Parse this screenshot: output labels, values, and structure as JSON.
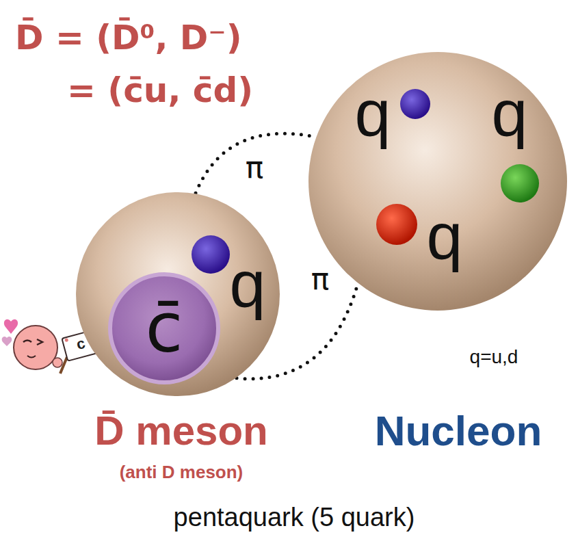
{
  "diagram": {
    "caption": "pentaquark (5 quark)",
    "nodes": [
      {
        "text": [
          "D̄ meson",
          "(anti D meson)",
          "q"
        ]
      },
      {
        "text": [
          "c̄"
        ],
        "in": 0
      },
      {
        "text": [
          "Nucleon",
          "q",
          "q",
          "q"
        ]
      }
    ],
    "edges": [
      {
        "from": 0,
        "to": 2,
        "arrow": "none",
        "label": "π"
      },
      {
        "from": 0,
        "to": 2,
        "arrow": "none",
        "label": "π"
      }
    ],
    "labels": [
      "D̄ = (D̄⁰, D⁻)",
      "= (c̄u, c̄d)",
      "q=u,d",
      "c"
    ]
  }
}
